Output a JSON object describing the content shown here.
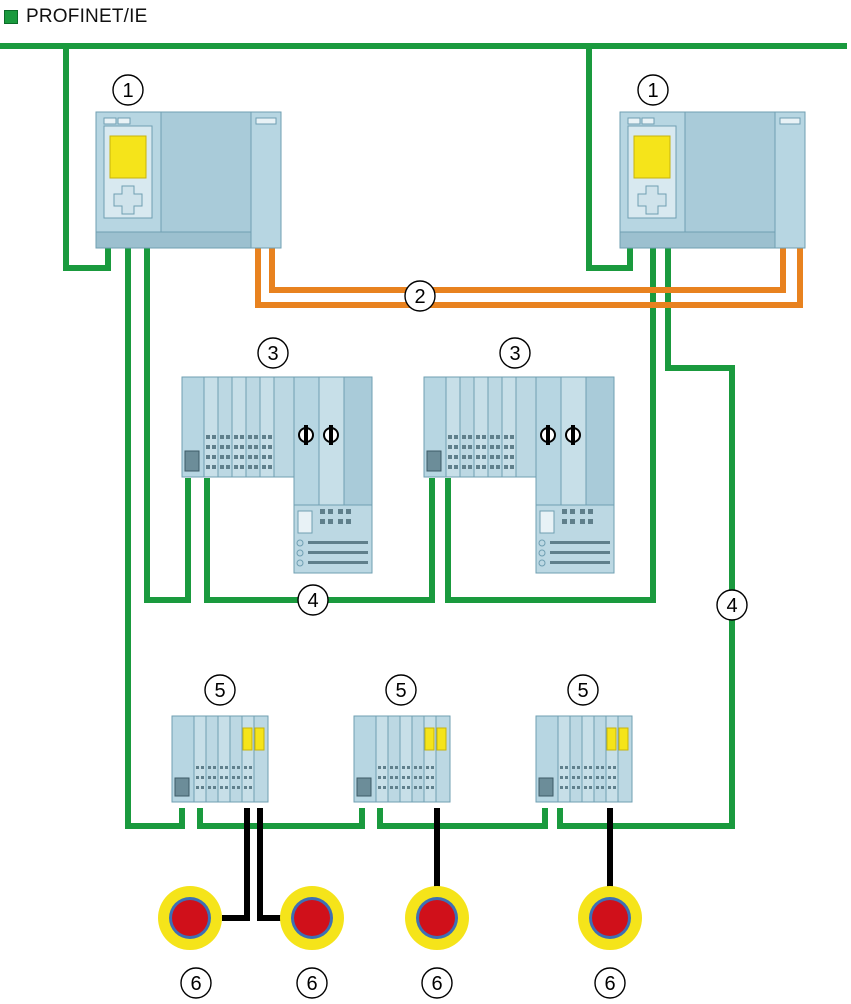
{
  "legend": {
    "label": "PROFINET/IE",
    "color": "#1a9a3e"
  },
  "colors": {
    "profinet": "#1a9a3e",
    "sync": "#e8821f",
    "module": "#a9cbd9",
    "module_dark": "#7aaabb",
    "display": "#f5e41a",
    "estop_ring": "#f5e41a",
    "estop_button": "#d0101a",
    "signal": "#000000"
  },
  "callouts": {
    "controller": "1",
    "sync_link": "2",
    "io_station": "3",
    "profinet_link": "4",
    "safety_io": "5",
    "emergency_stop": "6"
  }
}
